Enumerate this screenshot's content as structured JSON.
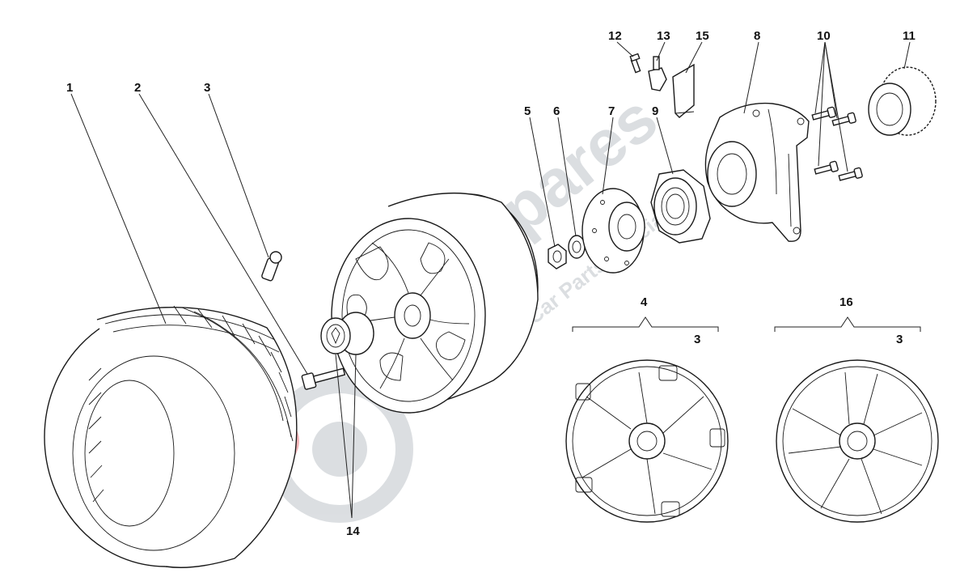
{
  "callouts": [
    {
      "id": "1",
      "text": "1"
    },
    {
      "id": "2",
      "text": "2"
    },
    {
      "id": "3",
      "text": "3"
    },
    {
      "id": "4",
      "text": "4"
    },
    {
      "id": "4-3",
      "text": "3"
    },
    {
      "id": "5",
      "text": "5"
    },
    {
      "id": "6",
      "text": "6"
    },
    {
      "id": "7",
      "text": "7"
    },
    {
      "id": "8",
      "text": "8"
    },
    {
      "id": "9",
      "text": "9"
    },
    {
      "id": "10",
      "text": "10"
    },
    {
      "id": "11",
      "text": "11"
    },
    {
      "id": "12",
      "text": "12"
    },
    {
      "id": "13",
      "text": "13"
    },
    {
      "id": "14",
      "text": "14"
    },
    {
      "id": "15",
      "text": "15"
    },
    {
      "id": "16",
      "text": "16"
    },
    {
      "id": "16-3",
      "text": "3"
    }
  ],
  "watermark": {
    "brand": "eurospares",
    "tagline": "Exclusive Car Parts Specialist",
    "color": "#9aa3ab",
    "accent": "#e0303a"
  },
  "icons": [
    "tyre-icon",
    "wheel-rim-icon",
    "lug-bolt-icon",
    "valve-icon",
    "center-cap-icon",
    "hub-nut-icon",
    "washer-icon",
    "hub-icon",
    "bearing-icon",
    "knuckle-icon",
    "screw-icon",
    "tone-ring-icon",
    "sensor-icon",
    "shield-icon",
    "rim-variant-icon"
  ]
}
